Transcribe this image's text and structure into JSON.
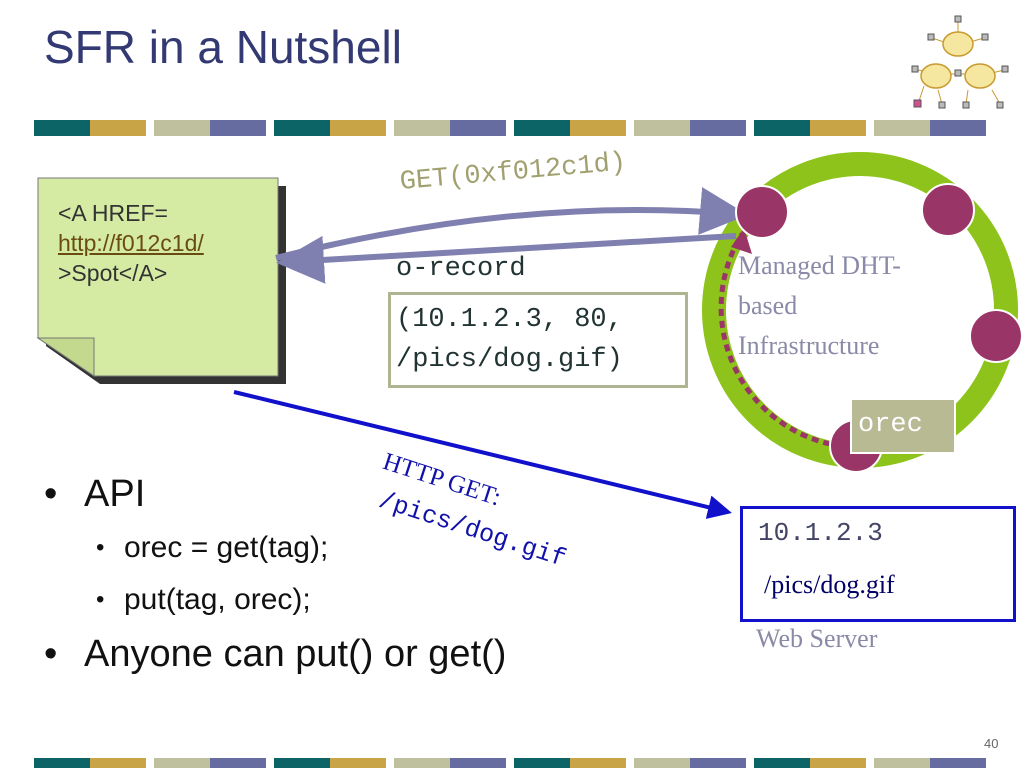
{
  "slide": {
    "title": "SFR in a Nutshell",
    "page_number": "40"
  },
  "note": {
    "line1": "<A HREF=",
    "link": "http://f012c1d/",
    "line3": ">Spot</A>"
  },
  "request": {
    "get_label": "GET(0xf012c1d)",
    "response_label": "o-record",
    "record_line1": "(10.1.2.3, 80,",
    "record_line2": "/pics/dog.gif)"
  },
  "dht": {
    "label_line1": "Managed DHT-",
    "label_line2": "based",
    "label_line3": "Infrastructure",
    "orec_label": "orec"
  },
  "http": {
    "line1": "HTTP GET:",
    "line2": "/pics/dog.gif"
  },
  "server": {
    "ip": "10.1.2.3",
    "path": "/pics/dog.gif",
    "caption": "Web Server"
  },
  "bullets": [
    {
      "text": "API",
      "level": 1
    },
    {
      "text": "orec = get(tag);",
      "level": 2
    },
    {
      "text": "put(tag, orec);",
      "level": 2
    },
    {
      "text": "Anyone can put() or get()",
      "level": 1
    }
  ],
  "colors": {
    "teal": "#0d6466",
    "gold": "#c8a446",
    "sage": "#bfc19e",
    "slate": "#676ca0",
    "ring_green": "#8dc31a",
    "node": "#9a3567",
    "arrow": "#7f7fb0",
    "blue": "#1111cc"
  }
}
